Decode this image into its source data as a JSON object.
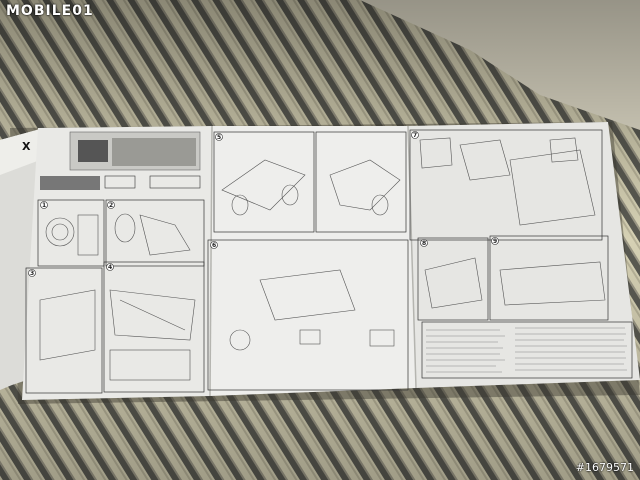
{
  "watermark": {
    "logo_text": "MOBILE01",
    "post_id": "#1679571"
  },
  "manual": {
    "steps": [
      "1",
      "2",
      "3",
      "4",
      "5",
      "6",
      "7",
      "8",
      "9"
    ]
  }
}
